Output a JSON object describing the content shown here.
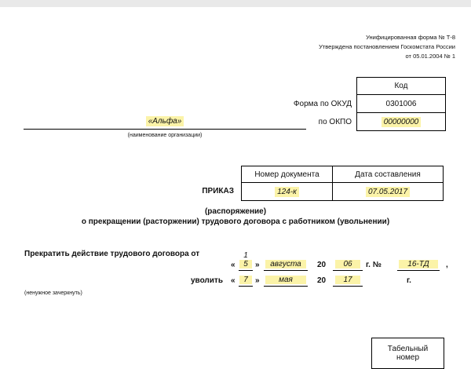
{
  "header": {
    "form_line": "Унифицированная форма № Т-8",
    "approved_line": "Утверждена постановлением Госкомстата России",
    "date_line": "от 05.01.2004 № 1"
  },
  "codes": {
    "code_header": "Код",
    "okud_label": "Форма по ОКУД",
    "okud_value": "0301006",
    "okpo_label": "по ОКПО",
    "okpo_value": "00000000"
  },
  "organization": {
    "name": "«Альфа»",
    "caption": "(наименование организации)"
  },
  "order": {
    "doc_number_header": "Номер документа",
    "doc_date_header": "Дата составления",
    "title": "ПРИКАЗ",
    "number": "124-к",
    "date": "07.05.2017",
    "subtitle1": "(распоряжение)",
    "subtitle2": "о прекращении (расторжении) трудового договора с работником (увольнении)"
  },
  "termination": {
    "contract_label": "Прекратить действие трудового договора от",
    "quote_open": "«",
    "quote_close": "»",
    "contract_day_top": "1",
    "contract_day": "5",
    "contract_month": "августа",
    "century": "20",
    "contract_year": "06",
    "year_suffix": "г. №",
    "contract_number": "16-ТД",
    "comma": ",",
    "dismiss_label": "уволить",
    "dismiss_day": "7",
    "dismiss_month": "мая",
    "dismiss_year": "17",
    "year_word": "г.",
    "note": "(ненужное зачеркнуть)"
  },
  "personnel": {
    "header_line1": "Табельный",
    "header_line2": "номер"
  }
}
